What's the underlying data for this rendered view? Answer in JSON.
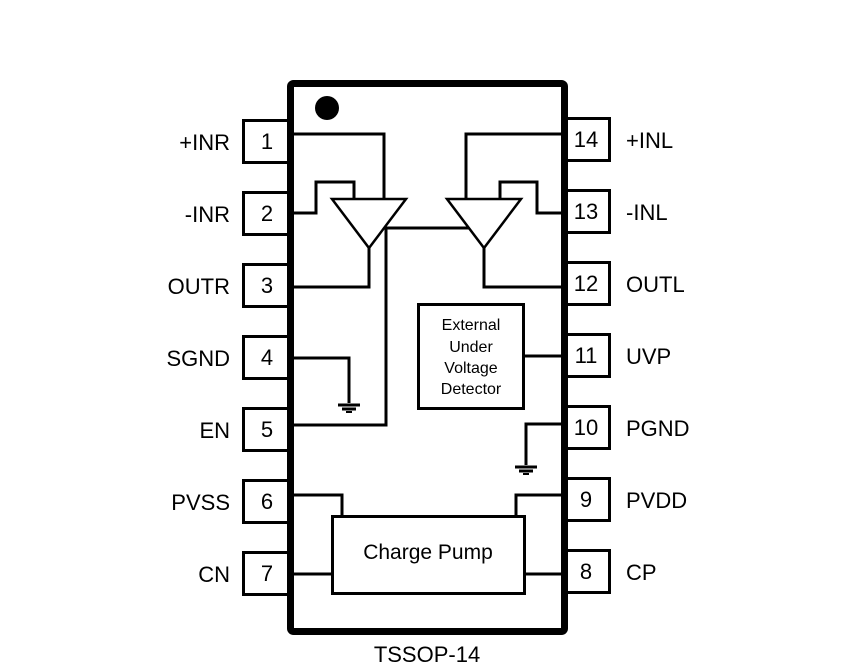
{
  "package": {
    "name": "TSSOP-14",
    "pin1_marker": "pin-1-dot"
  },
  "pins": {
    "left": [
      {
        "number": "1",
        "name": "+INR"
      },
      {
        "number": "2",
        "name": "-INR"
      },
      {
        "number": "3",
        "name": "OUTR"
      },
      {
        "number": "4",
        "name": "SGND"
      },
      {
        "number": "5",
        "name": "EN"
      },
      {
        "number": "6",
        "name": "PVSS"
      },
      {
        "number": "7",
        "name": "CN"
      }
    ],
    "right": [
      {
        "number": "14",
        "name": "+INL"
      },
      {
        "number": "13",
        "name": "-INL"
      },
      {
        "number": "12",
        "name": "OUTL"
      },
      {
        "number": "11",
        "name": "UVP"
      },
      {
        "number": "10",
        "name": "PGND"
      },
      {
        "number": "9",
        "name": "PVDD"
      },
      {
        "number": "8",
        "name": "CP"
      }
    ]
  },
  "blocks": {
    "uvp_detector": [
      "External",
      "Under",
      "Voltage",
      "Detector"
    ],
    "charge_pump": "Charge Pump"
  },
  "icons": {
    "amplifier_right": "op-amp-triangle",
    "amplifier_left": "op-amp-triangle",
    "ground_signal": "ground-symbol",
    "ground_power": "ground-symbol"
  }
}
